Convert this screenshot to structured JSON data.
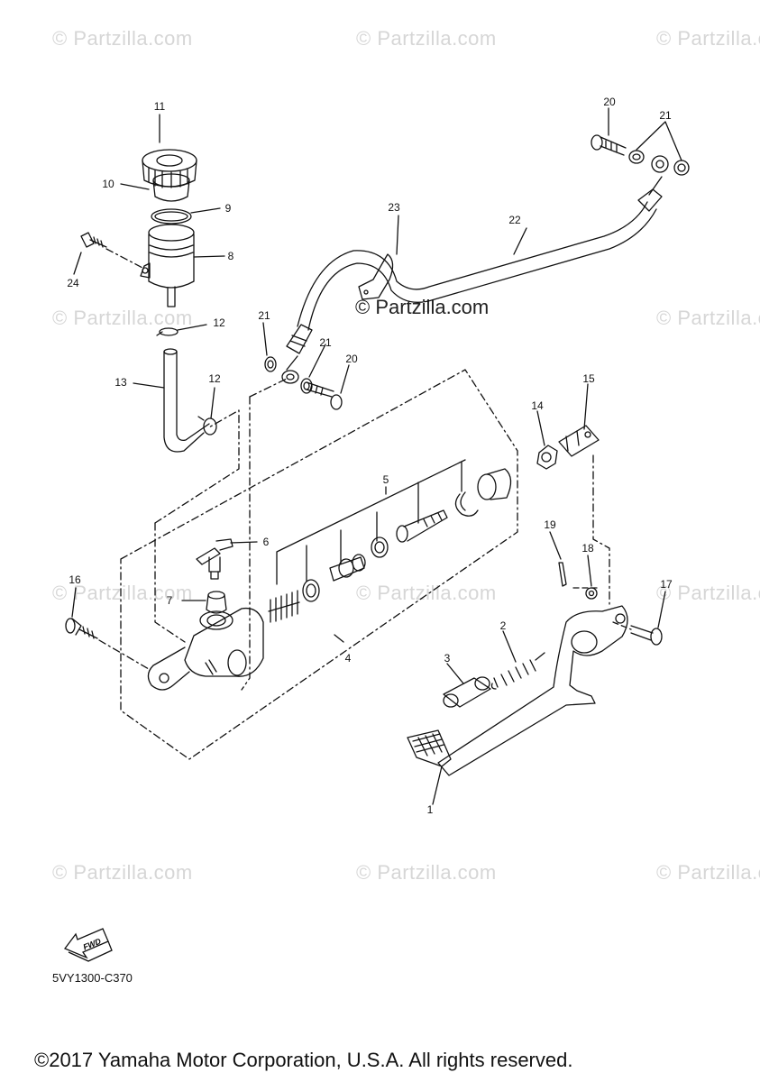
{
  "watermark": {
    "text": "© Partzilla.com",
    "main_text": "© Partzilla.com"
  },
  "callouts": [
    "1",
    "2",
    "3",
    "4",
    "5",
    "6",
    "7",
    "8",
    "9",
    "10",
    "11",
    "12",
    "12",
    "13",
    "14",
    "15",
    "16",
    "17",
    "18",
    "19",
    "20",
    "20",
    "21",
    "21",
    "21",
    "22",
    "23",
    "24"
  ],
  "fwd_label": "FWD",
  "diagram_code": "5VY1300-C370",
  "copyright": "©2017 Yamaha Motor Corporation, U.S.A. All rights reserved.",
  "colors": {
    "line": "#111111",
    "watermark": "#d6d6d6",
    "background": "#ffffff"
  }
}
